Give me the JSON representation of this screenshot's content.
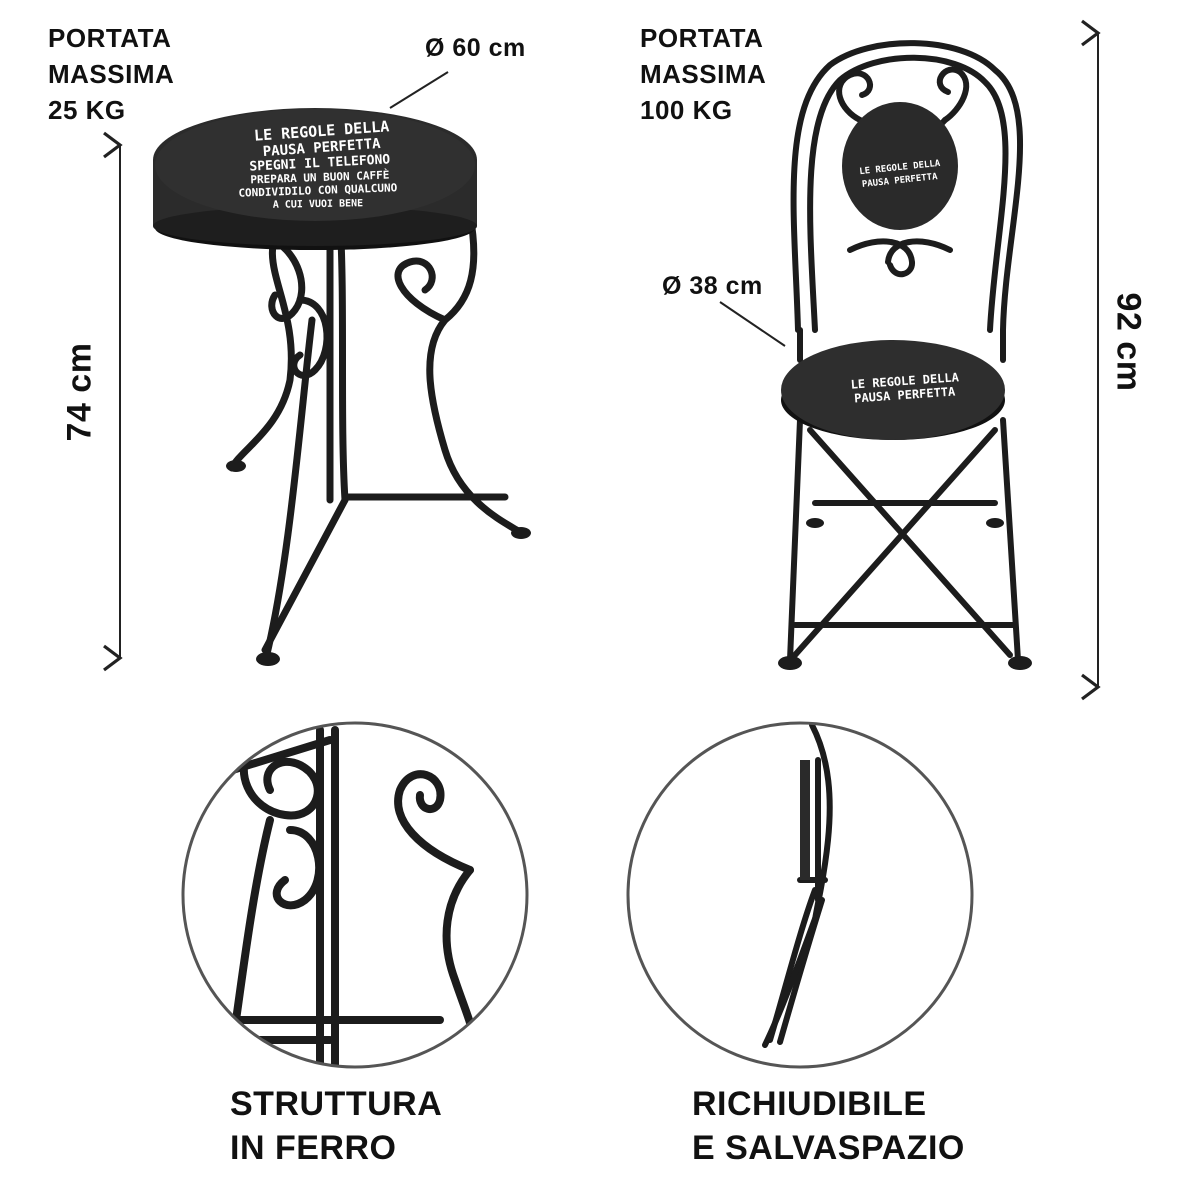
{
  "table": {
    "capacity_lines": [
      "PORTATA",
      "MASSIMA",
      "25 KG"
    ],
    "diameter": "Ø 60 cm",
    "height": "74 cm",
    "top_text": [
      "LE REGOLE DELLA",
      "PAUSA PERFETTA",
      "SPEGNI IL TELEFONO",
      "PREPARA UN BUON CAFFÈ",
      "CONDIVIDILO CON QUALCUNO",
      "A CUI VUOI BENE"
    ]
  },
  "chair": {
    "capacity_lines": [
      "PORTATA",
      "MASSIMA",
      "100 KG"
    ],
    "diameter": "Ø 38 cm",
    "height": "92 cm",
    "back_text": [
      "LE REGOLE DELLA",
      "PAUSA PERFETTA"
    ],
    "seat_text": [
      "LE REGOLE DELLA",
      "PAUSA PERFETTA"
    ]
  },
  "features": [
    {
      "lines": [
        "STRUTTURA",
        "IN FERRO"
      ]
    },
    {
      "lines": [
        "RICHIUDIBILE",
        "E SALVASPAZIO"
      ]
    }
  ],
  "colors": {
    "metal": "#1c1c1c",
    "plate": "#2a2a2a",
    "circle_border": "#555555",
    "text": "#111111"
  }
}
